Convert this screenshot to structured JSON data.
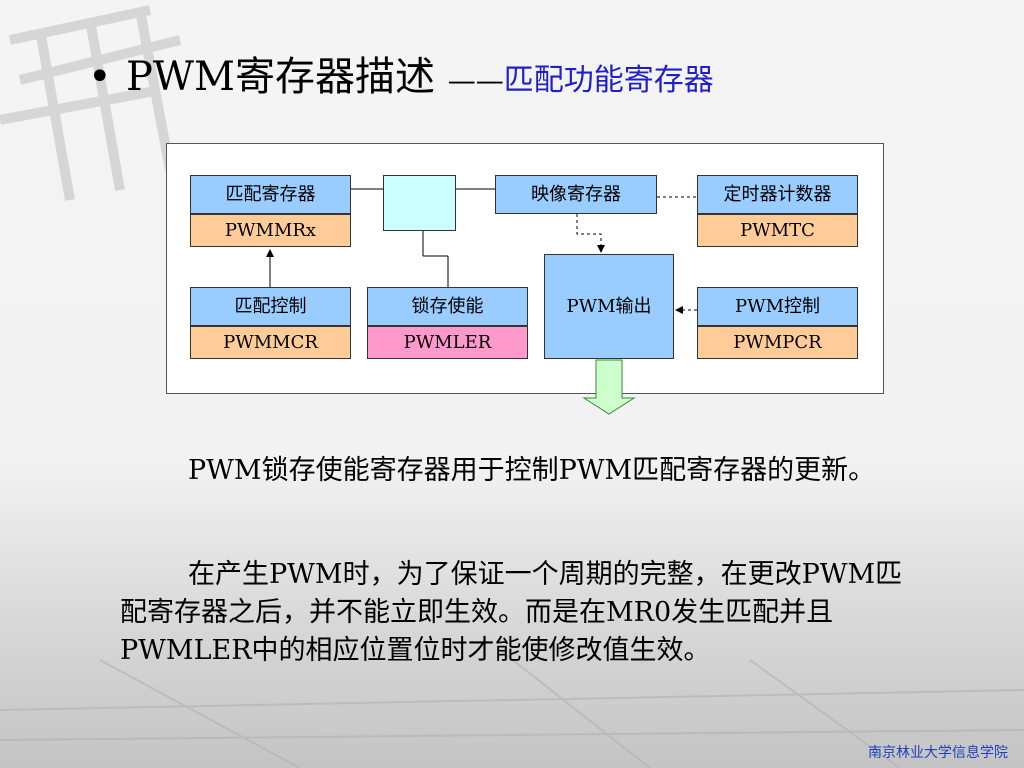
{
  "title": {
    "bullet": "•",
    "main": "PWM寄存器描述 ",
    "dash": "——",
    "sub": "匹配功能寄存器"
  },
  "diagram": {
    "match_reg": {
      "cn": "匹配寄存器",
      "en": "PWMMRx"
    },
    "shadow_reg": {
      "cn": "映像寄存器"
    },
    "timer_counter": {
      "cn": "定时器计数器",
      "en": "PWMTC"
    },
    "match_ctrl": {
      "cn": "匹配控制",
      "en": "PWMMCR"
    },
    "latch_enable": {
      "cn": "锁存使能",
      "en": "PWMLER"
    },
    "pwm_output": {
      "cn": "PWM输出"
    },
    "pwm_ctrl": {
      "cn": "PWM控制",
      "en": "PWMPCR"
    }
  },
  "paragraphs": {
    "p1": "PWM锁存使能寄存器用于控制PWM匹配寄存器的更新。",
    "p2": "在产生PWM时，为了保证一个周期的完整，在更改PWM匹配寄存器之后，并不能立即生效。而是在MR0发生匹配并且PWMLER中的相应位置位时才能使修改值生效。"
  },
  "footer": "南京林业大学信息学院",
  "colors": {
    "blue_box": "#99ccff",
    "orange_box": "#ffcc99",
    "pink_box": "#ff99cc",
    "switch_box": "#ccffff",
    "output_arrow": "#ccffcc",
    "subtitle": "#1f1fcc"
  }
}
